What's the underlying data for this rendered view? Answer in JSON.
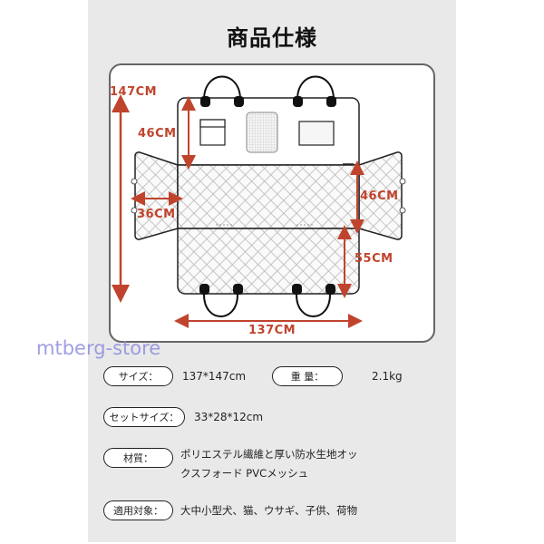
{
  "title": "商品仕様",
  "watermark": "mtberg-store",
  "diagram": {
    "dimensions": {
      "total_height": "147CM",
      "backrest_height": "46CM",
      "side_flap_width": "36CM",
      "side_flap_height": "46CM",
      "seat_depth": "55CM",
      "width": "137CM"
    },
    "colors": {
      "dimension": "#c0442d",
      "outline": "#222222",
      "quilt": "#bbbbbb"
    }
  },
  "specs": {
    "size": {
      "label": "サイズ：",
      "value": "137*147cm"
    },
    "weight": {
      "label": "重 量：",
      "value": "2.1kg"
    },
    "set_size": {
      "label": "セットサイズ：",
      "value": "33*28*12cm"
    },
    "material": {
      "label": "材質：",
      "value_line1": "ポリエステル繊維と厚い防水生地オッ",
      "value_line2": "クスフォード PVCメッシュ"
    },
    "target": {
      "label": "適用対象：",
      "value": "大中小型犬、猫、ウサギ、子供、荷物"
    }
  }
}
